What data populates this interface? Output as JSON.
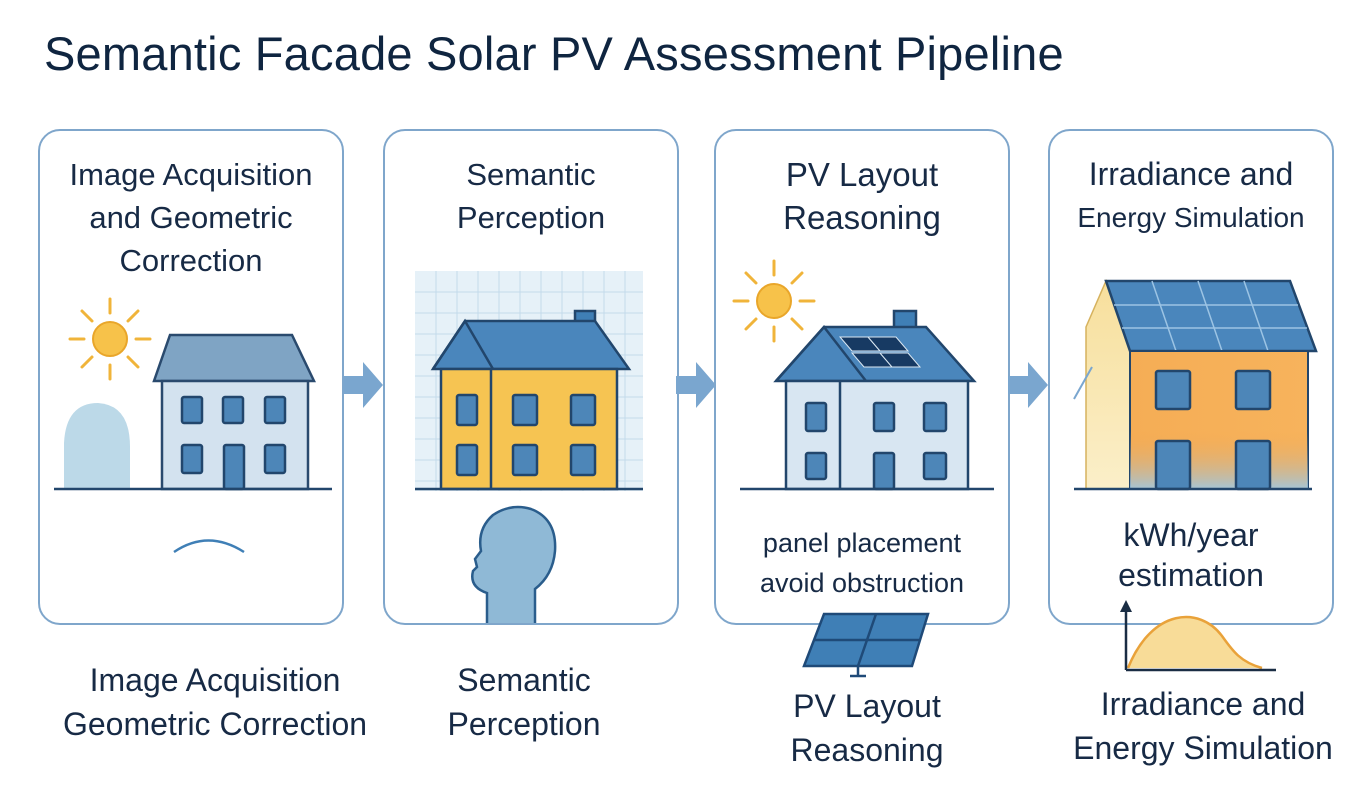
{
  "title": "Semantic Facade Solar PV Assessment Pipeline",
  "stages": [
    {
      "id": "acquisition",
      "title_lines": [
        "Image Acquisition",
        "and Geometric",
        "Correction"
      ],
      "bottom_lines": [
        "Image Acquisition",
        "Geometric Correction"
      ]
    },
    {
      "id": "perception",
      "title_lines": [
        "Semantic",
        "Perception"
      ],
      "bottom_lines": [
        "Semantic",
        "Perception"
      ]
    },
    {
      "id": "layout",
      "title_lines": [
        "PV Layout",
        "Reasoning"
      ],
      "note_lines": [
        "panel placement",
        "avoid obstruction"
      ],
      "bottom_lines": [
        "PV Layout",
        "Reasoning"
      ]
    },
    {
      "id": "simulation",
      "title_lines": [
        "Irradiance and",
        "Energy Simulation"
      ],
      "note_lines": [
        "kWh/year",
        "estimation"
      ],
      "bottom_lines": [
        "Irradiance and",
        "Energy Simulation"
      ]
    }
  ],
  "icons": {
    "sun": "sun-icon",
    "house": "house-icon",
    "head": "head-silhouette-icon",
    "panel": "solar-panel-icon",
    "curve": "energy-curve-icon",
    "arrow": "arrow-right-icon"
  },
  "colors": {
    "border": "#7fa6cb",
    "arrow": "#7aa6cf",
    "roof_blue": "#3f7fb6",
    "facade_yellow": "#f6c452",
    "facade_orange": "#f5a34a",
    "facade_light": "#d8e6f2",
    "sun": "#f7c24a"
  }
}
